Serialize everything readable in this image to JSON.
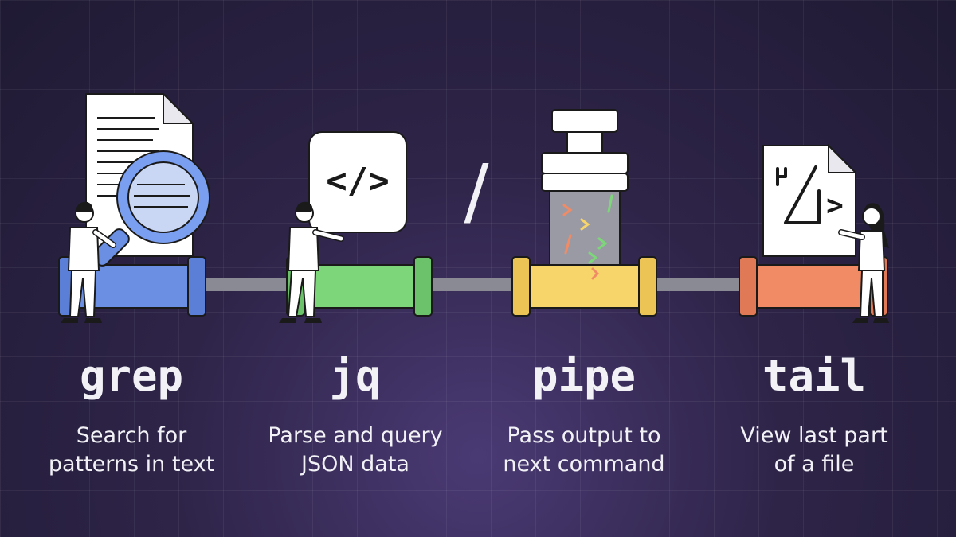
{
  "colors": {
    "grep": "#6b8fe3",
    "jq": "#7ed67b",
    "pipe": "#f7d56b",
    "tail": "#f08b66",
    "connector": "#8a8a94",
    "background": "#2e2448"
  },
  "icons": {
    "grep": "magnifier-over-document-icon",
    "jq": "code-brackets-icon",
    "pipe": "filter-press-icon",
    "tail": "terminal-document-icon",
    "separator": "slash-icon"
  },
  "slash_glyph": "/",
  "jq_code_glyph": "</>",
  "tail_code_glyph": ">",
  "tools": [
    {
      "name": "grep",
      "desc_lines": [
        "Search for",
        "patterns in text"
      ]
    },
    {
      "name": "jq",
      "desc_lines": [
        "Parse and query",
        "JSON data"
      ]
    },
    {
      "name": "pipe",
      "desc_lines": [
        "Pass output to",
        "next command"
      ]
    },
    {
      "name": "tail",
      "desc_lines": [
        "View last part",
        "of a file"
      ]
    }
  ]
}
